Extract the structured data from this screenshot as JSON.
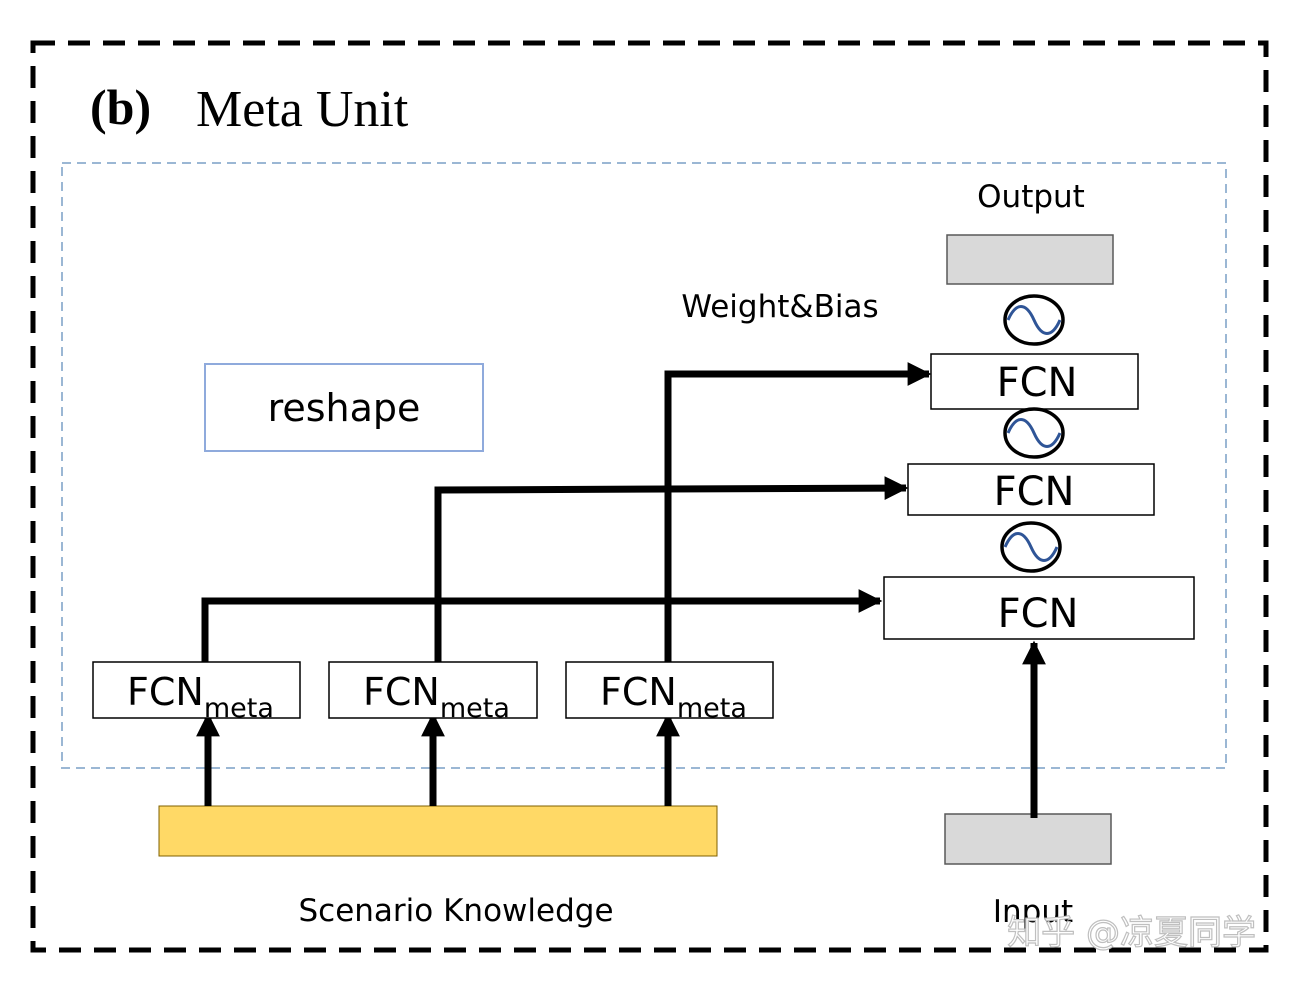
{
  "diagram": {
    "panel_label": "(b)",
    "panel_title": "Meta Unit",
    "output_label": "Output",
    "weight_bias_label": "Weight&Bias",
    "reshape_label": "reshape",
    "fcn_label": "FCN",
    "fcn_meta_main": "FCN",
    "fcn_meta_sub": "meta",
    "scenario_label": "Scenario Knowledge",
    "input_label": "Input",
    "watermark": "知乎 @凉夏同学",
    "colors": {
      "outer_border": "#000000",
      "inner_border": "#9bb7d4",
      "reshape_border": "#8faadc",
      "gray_box": "#d9d9d9",
      "scenario_bar": "#ffd966",
      "activation_wave": "#2f5597"
    }
  }
}
